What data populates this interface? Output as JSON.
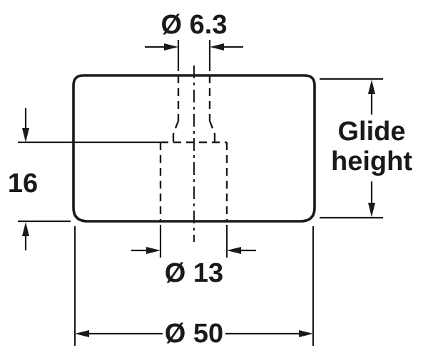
{
  "diagram": {
    "colors": {
      "line": "#1a1a1a",
      "background": "#ffffff"
    },
    "labels": {
      "top_diameter": "Ø 6.3",
      "side_height": "16",
      "glide_height_line1": "Glide",
      "glide_height_line2": "height",
      "inner_diameter": "Ø 13",
      "outer_diameter": "Ø 50"
    }
  }
}
